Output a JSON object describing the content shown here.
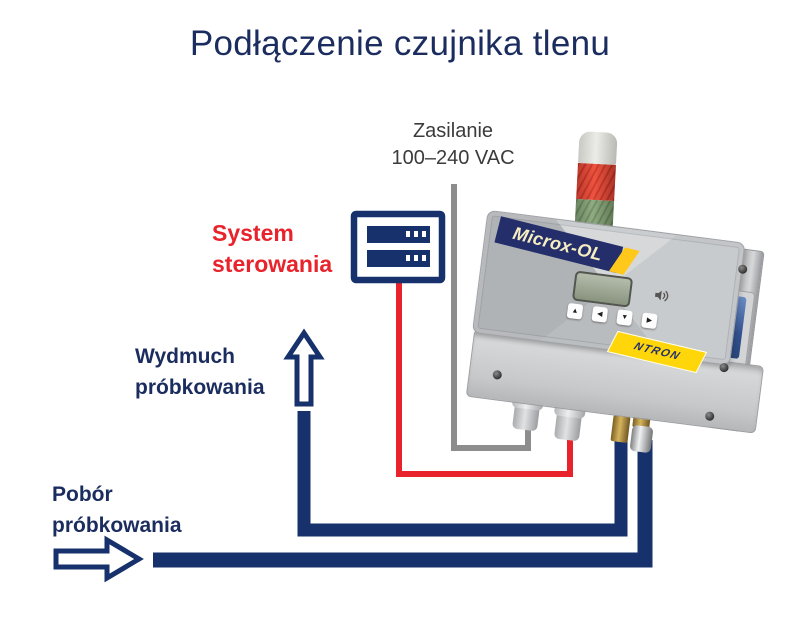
{
  "title": "Podłączenie czujnika tlenu",
  "labels": {
    "power": {
      "line1": "Zasilanie",
      "line2": "100–240 VAC"
    },
    "control": {
      "line1": "System",
      "line2": "sterowania"
    },
    "exhaust": {
      "line1": "Wydmuch",
      "line2": "próbkowania"
    },
    "intake": {
      "line1": "Pobór",
      "line2": "próbkowania"
    }
  },
  "device": {
    "model": "Microx-OL",
    "brand": "NTRON",
    "keypad": [
      "▲",
      "◀",
      "▼",
      "▶"
    ],
    "status_light_colors": [
      "#e3e3df",
      "#d93a2c",
      "#7f9c72"
    ]
  },
  "colors": {
    "navy": "#16316b",
    "navy-text": "#1b2d5e",
    "red": "#e8232b",
    "gray-wire": "#8d8d8d",
    "label-gray": "#3b3b3b",
    "band-navy": "#232e6a",
    "accent-yellow": "#ffc81a",
    "logo-yellow": "#ffd60a"
  }
}
